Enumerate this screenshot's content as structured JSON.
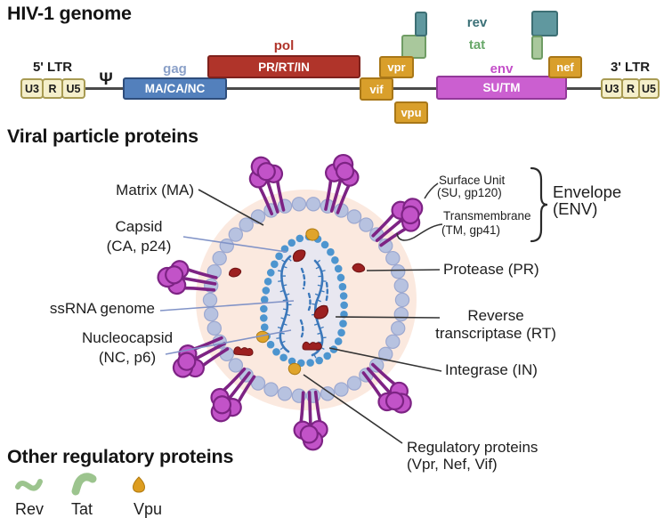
{
  "genome": {
    "title": "HIV-1 genome",
    "psi": "Ψ",
    "ltr5": {
      "label": "5' LTR",
      "boxes": [
        "U3",
        "R",
        "U5"
      ]
    },
    "ltr3": {
      "label": "3' LTR",
      "boxes": [
        "U3",
        "R",
        "U5"
      ]
    },
    "gag": {
      "label": "gag",
      "box": "MA/CA/NC"
    },
    "pol": {
      "label": "pol",
      "box": "PR/RT/IN"
    },
    "env": {
      "label": "env",
      "box": "SU/TM"
    },
    "accessory": {
      "vif": "vif",
      "vpr": "vpr",
      "vpu": "vpu",
      "nef": "nef"
    },
    "rev_label": "rev",
    "tat_label": "tat"
  },
  "particle": {
    "title": "Viral particle proteins",
    "labels": {
      "matrix": "Matrix (MA)",
      "capsid_1": "Capsid",
      "capsid_2": "(CA, p24)",
      "ssrna": "ssRNA genome",
      "nucleocapsid_1": "Nucleocapsid",
      "nucleocapsid_2": "(NC, p6)",
      "surface_1": "Surface Unit",
      "surface_2": "(SU, gp120)",
      "transmembrane_1": "Transmembrane",
      "transmembrane_2": "(TM, gp41)",
      "envelope_1": "Envelope",
      "envelope_2": "(ENV)",
      "protease": "Protease (PR)",
      "rt_1": "Reverse",
      "rt_2": "transcriptase (RT)",
      "integrase": "Integrase (IN)",
      "regulatory_1": "Regulatory proteins",
      "regulatory_2": "(Vpr, Nef, Vif)"
    }
  },
  "legend": {
    "title": "Other regulatory proteins",
    "items": [
      {
        "label": "Rev"
      },
      {
        "label": "Tat"
      },
      {
        "label": "Vpu"
      }
    ]
  },
  "colors": {
    "ltr_fill": "#f5efcb",
    "ltr_border": "#a89b53",
    "gag_fill": "#5380bc",
    "gag_border": "#2e4d7b",
    "gag_label": "#8aa0c8",
    "pol_fill": "#b0342a",
    "pol_border": "#7e211c",
    "accessory_fill": "#d99f2b",
    "accessory_border": "#a87718",
    "env_fill": "#cb5fd0",
    "env_border": "#93389a",
    "env_label": "#c44fc9",
    "rev_teal": "#60989f",
    "rev_teal_border": "#3d6f74",
    "rev_label": "#3a7077",
    "tat_green": "#a9c89c",
    "tat_green_border": "#6f9c64",
    "tat_label": "#68a869",
    "halo": "#fbe9df",
    "membrane_bead": "#b7c2e0",
    "membrane_bead_border": "#9ca8d0",
    "capsid_bead": "#4d95cf",
    "capsid_fill": "#e8e7f0",
    "rna": "#3b78bb",
    "red_protein": "#9c2020",
    "red_protein_border": "#6f1414",
    "orange_protein": "#e0a42b",
    "orange_protein_border": "#ad7a12",
    "spike_fill": "#c253c8",
    "spike_stroke": "#7d2384",
    "leader_dark": "#333333",
    "leader_blue": "#8193c7",
    "legend_green": "#9cc48e"
  }
}
